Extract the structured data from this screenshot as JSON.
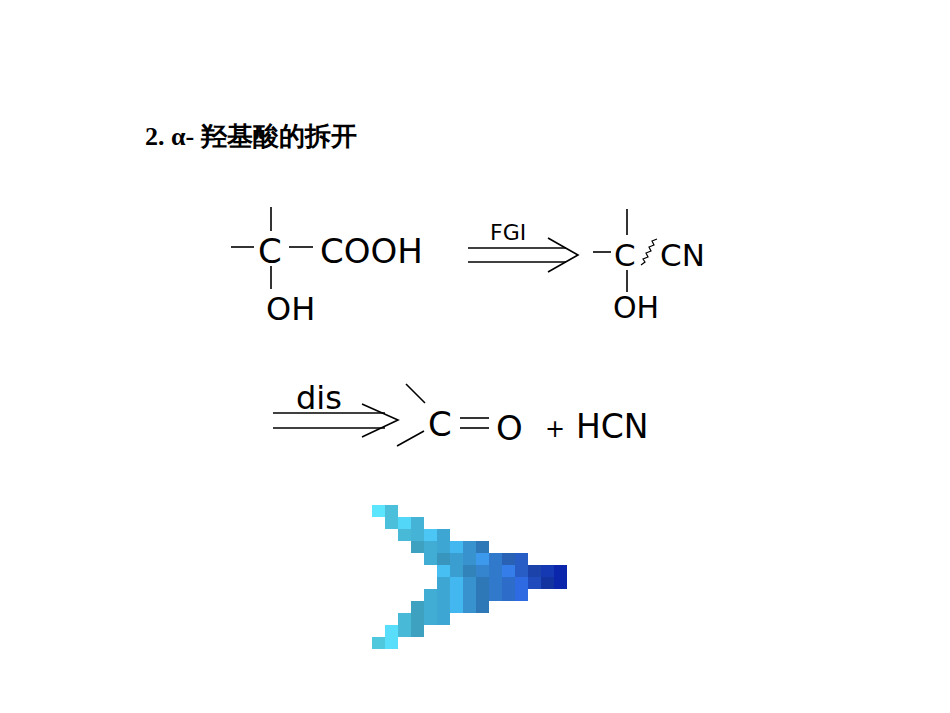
{
  "diagram": {
    "title": "2. α- 羟基酸的拆开",
    "labels": [
      "C",
      "COOH",
      "OH",
      "FGI",
      "C",
      "CN",
      "OH",
      "dis",
      "C",
      "O",
      "+",
      "HCN"
    ]
  }
}
